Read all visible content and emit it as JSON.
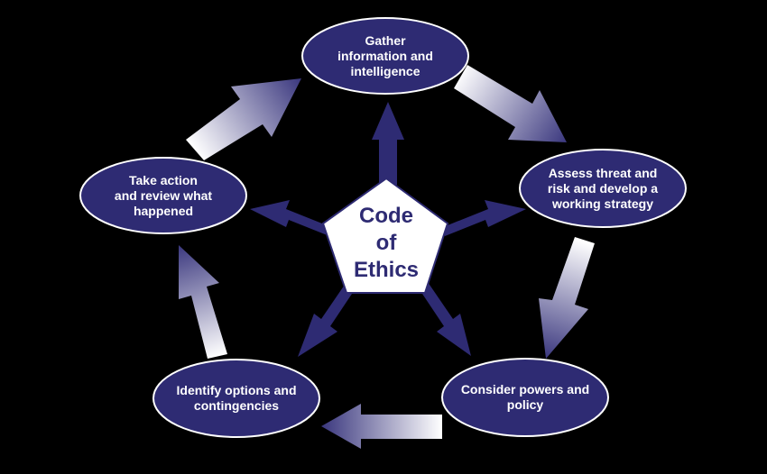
{
  "colors": {
    "background": "#000000",
    "node_fill": "#2e2b73",
    "node_stroke": "#ffffff",
    "spoke_arrow": "#2e2b73",
    "cycle_arrow_light": "#ffffff",
    "cycle_arrow_dark": "#3a377e",
    "center_fill": "#ffffff",
    "center_text": "#2e2b73"
  },
  "center": {
    "lines": [
      "Code",
      "of",
      "Ethics"
    ]
  },
  "nodes": [
    {
      "id": "gather",
      "lines": [
        "Gather",
        "information and",
        "intelligence"
      ]
    },
    {
      "id": "assess",
      "lines": [
        "Assess threat and",
        "risk and develop a",
        "working strategy"
      ]
    },
    {
      "id": "consider",
      "lines": [
        "Consider powers and",
        "policy"
      ]
    },
    {
      "id": "identify",
      "lines": [
        "Identify options and",
        "contingencies"
      ]
    },
    {
      "id": "take-action",
      "lines": [
        "Take action",
        "and review what",
        "happened"
      ]
    }
  ]
}
